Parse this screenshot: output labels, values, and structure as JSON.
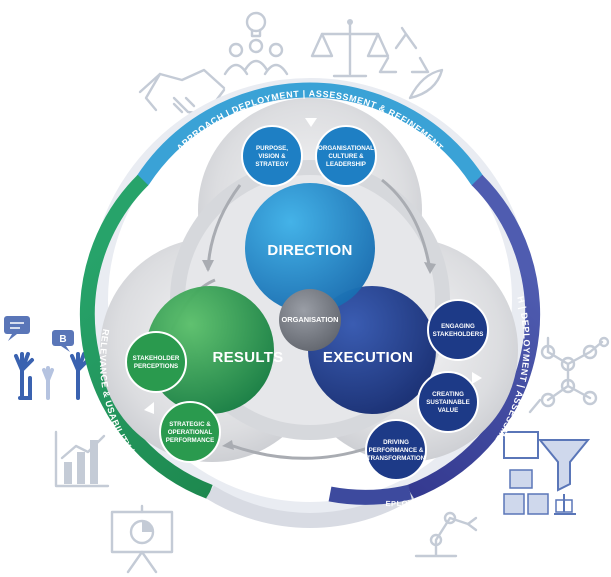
{
  "ring": {
    "top": "APPROACH | DEPLOYMENT | ASSESSMENT & REFINEMENT",
    "left": "RELEVANCE & USABILITY | PERFORMANCE",
    "right": "APPROACH | DEPLOYMENT | ASSESSMENT & REFINEMENT",
    "bottom": "APPROACH | DEPLOYMENT | ASSESSMENT & REFINEMENT"
  },
  "circles": {
    "direction": "DIRECTION",
    "execution": "EXECUTION",
    "results": "RESULTS",
    "center": "ORGANISATION"
  },
  "criteria": {
    "purpose": [
      "PURPOSE,",
      "VISION &",
      "STRATEGY"
    ],
    "culture": [
      "ORGANISATIONAL",
      "CULTURE &",
      "LEADERSHIP"
    ],
    "engaging": [
      "ENGAGING",
      "STAKEHOLDERS"
    ],
    "creating": [
      "CREATING",
      "SUSTAINABLE",
      "VALUE"
    ],
    "driving": [
      "DRIVING",
      "PERFORMANCE &",
      "TRANSFORMATION"
    ],
    "stakeholder": [
      "STAKEHOLDER",
      "PERCEPTIONS"
    ],
    "strategic": [
      "STRATEGIC &",
      "OPERATIONAL",
      "PERFORMANCE"
    ]
  },
  "icons": {
    "bubble_letter": "B",
    "names": [
      "lightbulb-team-icon",
      "handshake-icon",
      "scales-icon",
      "recycle-icon",
      "chat-hands-icon",
      "bar-chart-icon",
      "presentation-icon",
      "network-icon",
      "puzzle-funnel-icon",
      "robot-arm-icon"
    ]
  },
  "colors": {
    "direction": "#1e7fc4",
    "execution": "#1d3a87",
    "results": "#2a9a4e",
    "center": "#7b7f87",
    "ring_top": "#3aa2d6",
    "ring_right": "#2c2f86",
    "ring_left": "#1f9c5c"
  }
}
